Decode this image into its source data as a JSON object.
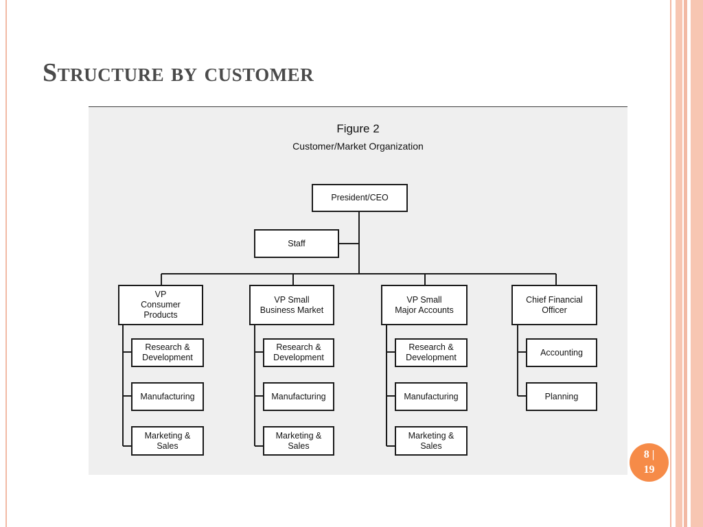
{
  "slide": {
    "title": "Structure by customer",
    "page_current": "8 |",
    "page_total": "19",
    "colors": {
      "accent": "#f68b48",
      "frame": "#f2b9a4",
      "title_text": "#4a4a4a"
    }
  },
  "figure": {
    "title": "Figure 2",
    "subtitle": "Customer/Market Organization",
    "root": "President/CEO",
    "staff": "Staff",
    "divisions": [
      {
        "head": "VP\nConsumer\nProducts",
        "units": [
          "Research &\nDevelopment",
          "Manufacturing",
          "Marketing &\nSales"
        ]
      },
      {
        "head": "VP Small\nBusiness Market",
        "units": [
          "Research &\nDevelopment",
          "Manufacturing",
          "Marketing &\nSales"
        ]
      },
      {
        "head": "VP Small\nMajor Accounts",
        "units": [
          "Research &\nDevelopment",
          "Manufacturing",
          "Marketing &\nSales"
        ]
      },
      {
        "head": "Chief Financial\nOfficer",
        "units": [
          "Accounting",
          "Planning"
        ]
      }
    ]
  }
}
